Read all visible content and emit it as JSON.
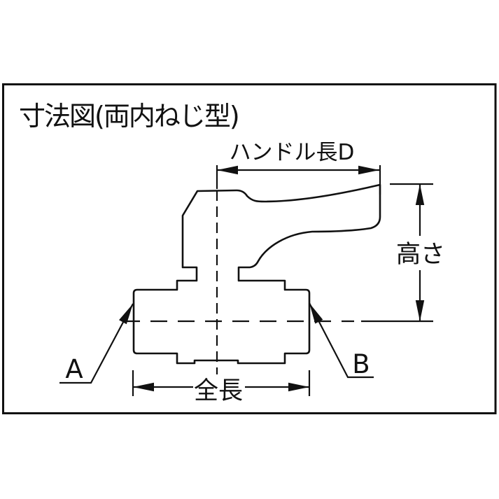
{
  "title": "寸法図(両内ねじ型)",
  "figure": {
    "type": "valve-dimension-drawing",
    "handle_length_label": "ハンドル長D",
    "height_label": "高さ",
    "total_length_label": "全長",
    "connection_a_label": "A",
    "connection_b_label": "B"
  },
  "colors": {
    "line": "#111111",
    "background": "#ffffff"
  }
}
